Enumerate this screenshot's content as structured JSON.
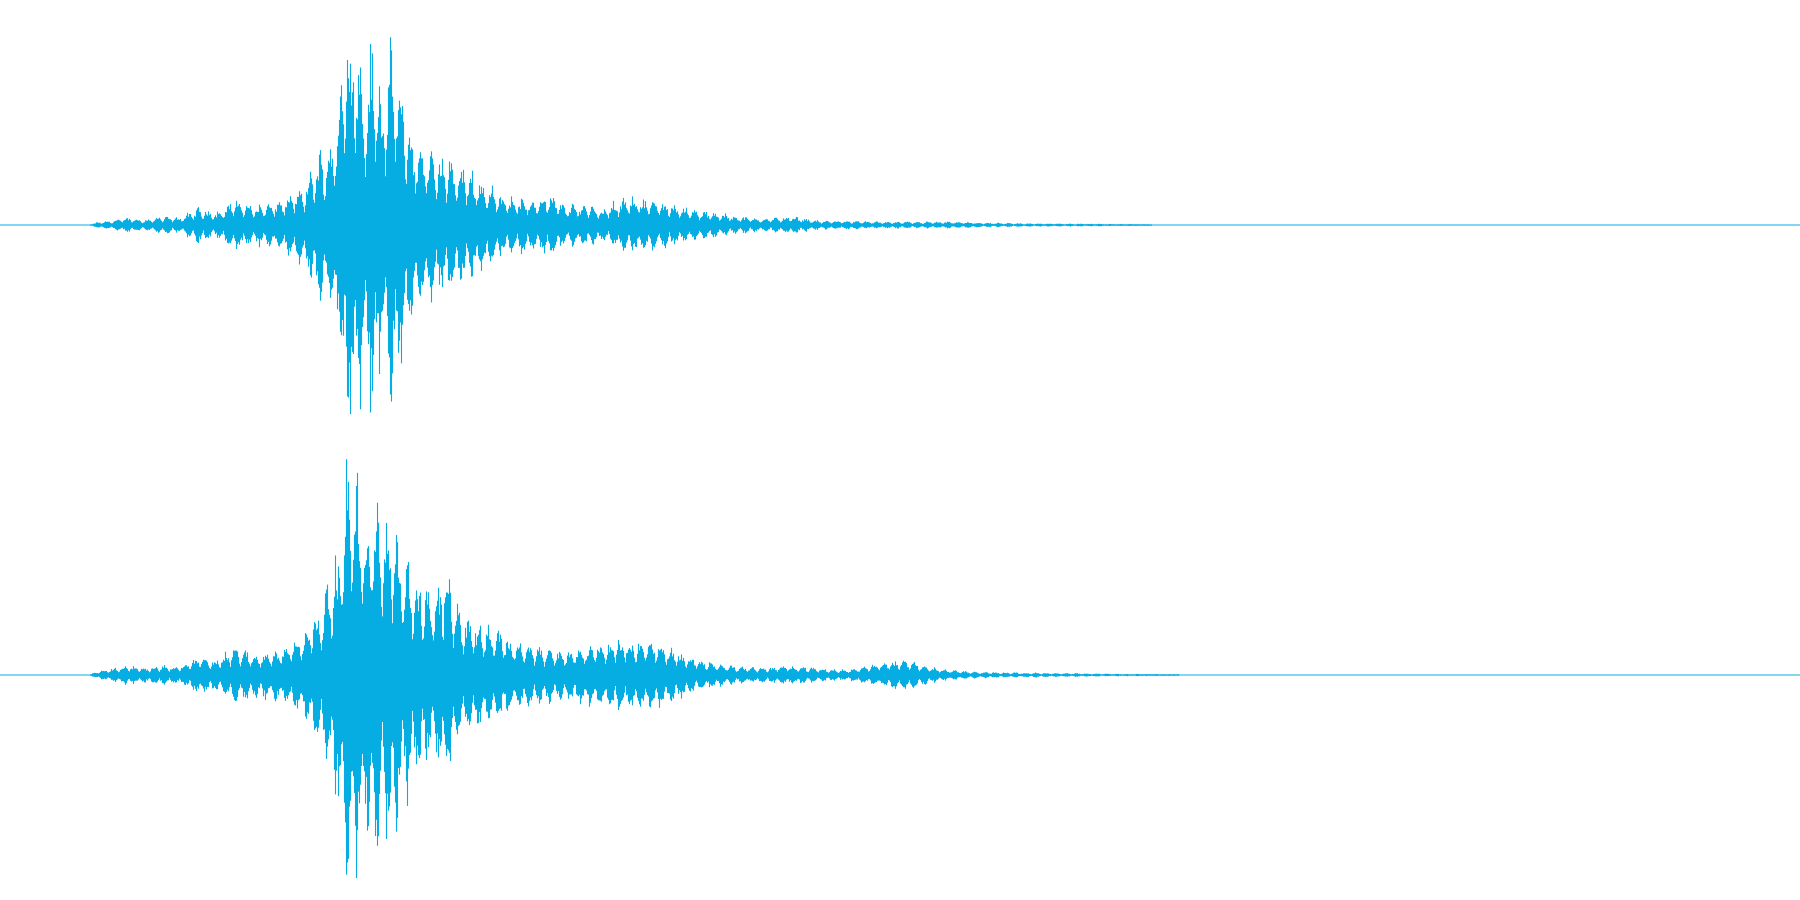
{
  "waveform": {
    "color": "#06ade3",
    "background": "#ffffff",
    "channels": [
      {
        "name": "channel-1",
        "envelope": [
          [
            0.05,
            0.005
          ],
          [
            0.055,
            0.015
          ],
          [
            0.062,
            0.02
          ],
          [
            0.07,
            0.035
          ],
          [
            0.08,
            0.025
          ],
          [
            0.09,
            0.04
          ],
          [
            0.1,
            0.035
          ],
          [
            0.11,
            0.08
          ],
          [
            0.12,
            0.06
          ],
          [
            0.13,
            0.12
          ],
          [
            0.14,
            0.09
          ],
          [
            0.15,
            0.1
          ],
          [
            0.16,
            0.13
          ],
          [
            0.17,
            0.2
          ],
          [
            0.176,
            0.32
          ],
          [
            0.182,
            0.35
          ],
          [
            0.188,
            0.55
          ],
          [
            0.193,
            1.0
          ],
          [
            0.198,
            0.9
          ],
          [
            0.203,
            0.62
          ],
          [
            0.207,
            0.88
          ],
          [
            0.212,
            0.6
          ],
          [
            0.218,
            0.82
          ],
          [
            0.224,
            0.56
          ],
          [
            0.23,
            0.4
          ],
          [
            0.24,
            0.34
          ],
          [
            0.25,
            0.3
          ],
          [
            0.258,
            0.26
          ],
          [
            0.265,
            0.23
          ],
          [
            0.275,
            0.16
          ],
          [
            0.285,
            0.13
          ],
          [
            0.295,
            0.12
          ],
          [
            0.305,
            0.14
          ],
          [
            0.315,
            0.09
          ],
          [
            0.325,
            0.1
          ],
          [
            0.335,
            0.08
          ],
          [
            0.345,
            0.12
          ],
          [
            0.355,
            0.13
          ],
          [
            0.365,
            0.11
          ],
          [
            0.375,
            0.1
          ],
          [
            0.385,
            0.07
          ],
          [
            0.395,
            0.06
          ],
          [
            0.41,
            0.04
          ],
          [
            0.425,
            0.03
          ],
          [
            0.44,
            0.04
          ],
          [
            0.455,
            0.02
          ],
          [
            0.47,
            0.02
          ],
          [
            0.49,
            0.015
          ],
          [
            0.51,
            0.015
          ],
          [
            0.53,
            0.015
          ],
          [
            0.55,
            0.01
          ],
          [
            0.57,
            0.008
          ],
          [
            0.59,
            0.007
          ],
          [
            0.61,
            0.006
          ],
          [
            0.635,
            0.004
          ],
          [
            0.64,
            0.0
          ]
        ]
      },
      {
        "name": "channel-2",
        "envelope": [
          [
            0.05,
            0.005
          ],
          [
            0.055,
            0.02
          ],
          [
            0.062,
            0.03
          ],
          [
            0.07,
            0.045
          ],
          [
            0.08,
            0.035
          ],
          [
            0.09,
            0.045
          ],
          [
            0.1,
            0.04
          ],
          [
            0.11,
            0.09
          ],
          [
            0.12,
            0.07
          ],
          [
            0.13,
            0.13
          ],
          [
            0.14,
            0.1
          ],
          [
            0.15,
            0.11
          ],
          [
            0.16,
            0.14
          ],
          [
            0.17,
            0.22
          ],
          [
            0.176,
            0.33
          ],
          [
            0.182,
            0.4
          ],
          [
            0.188,
            0.6
          ],
          [
            0.193,
            0.98
          ],
          [
            0.198,
            0.9
          ],
          [
            0.203,
            0.7
          ],
          [
            0.207,
            0.92
          ],
          [
            0.212,
            0.65
          ],
          [
            0.218,
            0.8
          ],
          [
            0.224,
            0.58
          ],
          [
            0.23,
            0.45
          ],
          [
            0.24,
            0.38
          ],
          [
            0.248,
            0.5
          ],
          [
            0.255,
            0.3
          ],
          [
            0.265,
            0.25
          ],
          [
            0.275,
            0.22
          ],
          [
            0.285,
            0.16
          ],
          [
            0.295,
            0.14
          ],
          [
            0.305,
            0.12
          ],
          [
            0.315,
            0.11
          ],
          [
            0.325,
            0.14
          ],
          [
            0.335,
            0.15
          ],
          [
            0.345,
            0.17
          ],
          [
            0.355,
            0.16
          ],
          [
            0.365,
            0.15
          ],
          [
            0.375,
            0.12
          ],
          [
            0.385,
            0.08
          ],
          [
            0.395,
            0.06
          ],
          [
            0.41,
            0.04
          ],
          [
            0.425,
            0.035
          ],
          [
            0.44,
            0.045
          ],
          [
            0.455,
            0.03
          ],
          [
            0.47,
            0.025
          ],
          [
            0.49,
            0.06
          ],
          [
            0.505,
            0.07
          ],
          [
            0.52,
            0.03
          ],
          [
            0.54,
            0.015
          ],
          [
            0.56,
            0.012
          ],
          [
            0.58,
            0.01
          ],
          [
            0.6,
            0.008
          ],
          [
            0.62,
            0.006
          ],
          [
            0.65,
            0.004
          ],
          [
            0.655,
            0.0
          ]
        ]
      }
    ]
  }
}
